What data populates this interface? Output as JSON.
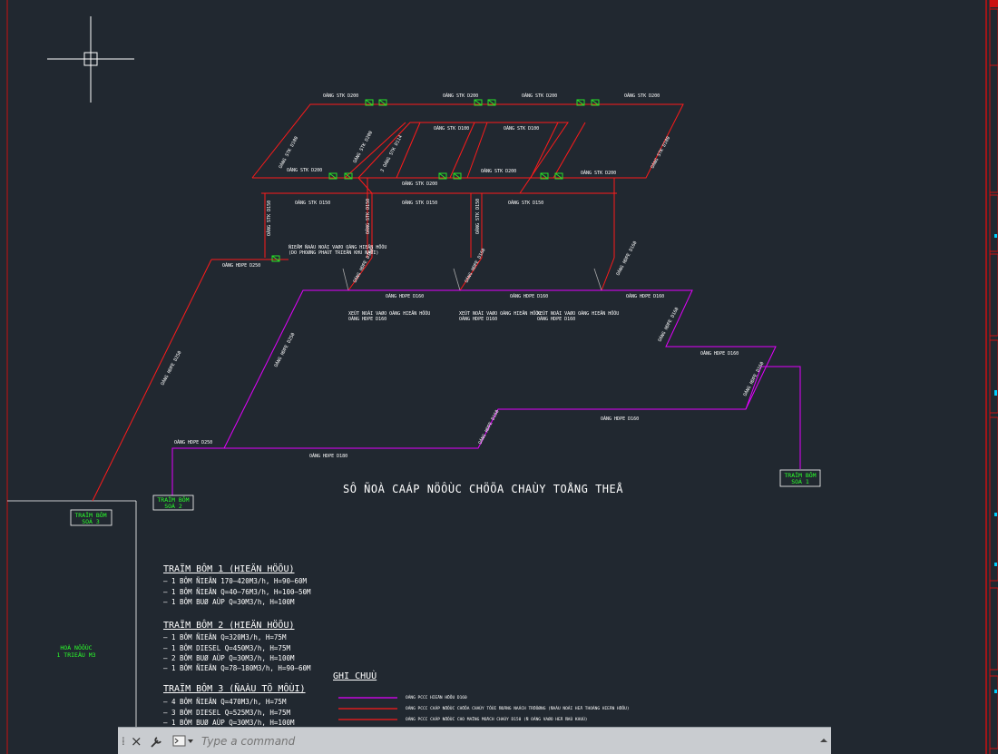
{
  "colors": {
    "background": "#212830",
    "pipe_red": "#ff1a1a",
    "pipe_magenta": "#e400ff",
    "valve_green": "#27e327",
    "station_green": "#2bff2b",
    "frame_red": "#cc1111",
    "text_white": "#ffffff"
  },
  "drawing": {
    "title": "SÔ ÑOÀ CAÁP NÖÔÙC CHÖÕA CHAÙY TOÅNG THEÅ",
    "pipe_labels": [
      "OÁNG STK D200",
      "OÁNG STK D200",
      "OÁNG STK D200",
      "OÁNG STK D200",
      "OÁNG STK D200",
      "OÁNG STK D200",
      "OÁNG STK D100",
      "OÁNG STK D100",
      "OÁNG STK D200",
      "OÁNG STK D100",
      "OÁNG STK D100",
      "OÁNG STK D200",
      "OÁNG STK D150",
      "OÁNG STK D150",
      "OÁNG STK D150",
      "OÁNG STK D200",
      "OÁNG STK D150",
      "OÁNG STK D150",
      "OÁNG STK D150",
      "OÁNG HDPE D250",
      "OÁNG HDPE D250",
      "OÁNG HDPE D250",
      "OÁNG HDPE D180",
      "OÁNG HDPE D160",
      "OÁNG HDPE D160",
      "OÁNG HDPE D160",
      "OÁNG HDPE D250",
      "OÁNG HDPE D160",
      "OÁNG HDPE D160",
      "OÁNG HDPE D160",
      "OÁNG HDPE D160",
      "OÁNG HDPE D160",
      "OÁNG HDPE D160",
      "OÁNG HDPE D160",
      "OÁNG HDPE D160",
      "3 OÁNG STK D114"
    ],
    "notes_connect": [
      "ÑIEÅM ÑAÁU NOÁI VAØO OÁNG HIEÄN HÖÕU",
      "(DO PHOØNG PHAÙT TRIEÅN KHU NAÙI)",
      "XEÙT NOÁI VAØO OÁNG HIEÄN HÖÕU",
      "OÁNG HDPE D160",
      "XEÙT NOÁI VAØO OÁNG HIEÄN HÖÕU",
      "OÁNG HDPE D160",
      "XEÙT NOÁI VAØO OÁNG HIEÄN HÖÕU",
      "OÁNG HDPE D160"
    ],
    "stations": [
      {
        "line1": "TRAÏM BÔM",
        "line2": "SOÁ 1"
      },
      {
        "line1": "TRAÏM BÔM",
        "line2": "SOÁ 2"
      },
      {
        "line1": "TRAÏM BÔM",
        "line2": "SOÁ 3"
      }
    ],
    "reservoir": {
      "line1": "HOÀ NÖÔÙC",
      "line2": "1 TRIEÄU M3"
    }
  },
  "legend_pumps": [
    {
      "title": "TRAÏM BÔM 1 (HIEÄN HÖÕU)",
      "items": [
        "– 1 BÔM ÑIEÄN 170–420M3/h, H=90–60M",
        "– 1 BÔM ÑIEÄN Q=40–76M3/h, H=100–50M",
        "– 1 BÔM BUØ AÙP Q=30M3/h, H=100M"
      ]
    },
    {
      "title": "TRAÏM BÔM 2 (HIEÄN HÖÕU)",
      "items": [
        "– 1 BÔM ÑIEÄN Q=320M3/h, H=75M",
        "– 1 BÔM DIESEL Q=450M3/h, H=75M",
        "– 2 BÔM BUØ AÙP Q=30M3/h, H=100M",
        "– 1 BÔM ÑIEÄN Q=78–180M3/h, H=90–60M"
      ]
    },
    {
      "title": "TRAÏM BÔM 3 (ÑAÀU TÖ MÔÙI)",
      "items": [
        "– 4 BÔM ÑIEÄN Q=470M3/h, H=75M",
        "– 3 BÔM DIESEL Q=525M3/h, H=75M",
        "– 1 BÔM BUØ AÙP Q=30M3/h, H=100M"
      ]
    }
  ],
  "legend_notes": {
    "title": "GHI CHUÙ",
    "items": [
      {
        "text": "OÁNG PCCC HIEÄN HÖÕU D160",
        "color": "#e400ff"
      },
      {
        "text": "OÁNG PCCC CAÁP NÖÔÙC CHÖÕA CHAÙY TÔÙI ÑOÄNG NAÁCH TRÖÔØNG (ÑAÀU NOÁI HEÄ THOÁNG HIEÄN HÖÕU)",
        "color": "#ff1a1a"
      },
      {
        "text": "OÁNG PCCC CAÁP NÖÔÙC CHO MAÏNG MOÄCH CHAÙY D150 (Ñ OÁNG VAØO HEÄ ÑAÙ KHUÙ)",
        "color": "#ff1a1a"
      }
    ]
  },
  "command_line": {
    "placeholder": "Type a command"
  },
  "icons": {
    "crosshair": "crosshair-cursor-icon",
    "grip": "grip-handle-icon",
    "close": "close-icon",
    "customize": "wrench-icon",
    "recent": "command-history-icon",
    "expand": "chevron-up-icon"
  }
}
